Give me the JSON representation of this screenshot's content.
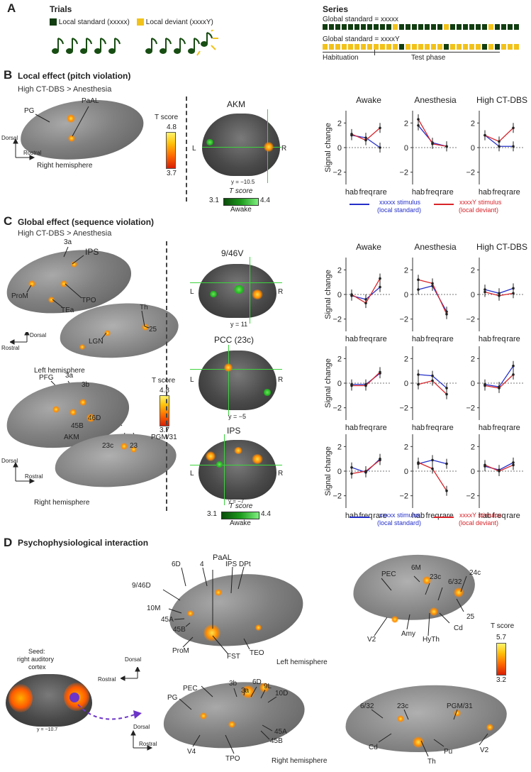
{
  "colors": {
    "standard": "#113d11",
    "deviant": "#f2c21a",
    "line_blue": "#2530c8",
    "line_red": "#d8242a",
    "crosshair": "#3dd33d"
  },
  "panelA": {
    "label": "A",
    "trials_title": "Trials",
    "local_standard": "Local standard (xxxxx)",
    "local_deviant": "Local deviant (xxxxY)",
    "series_title": "Series",
    "global_std1": "Global standard = xxxxx",
    "global_std2": "Global standard = xxxxY",
    "habituation": "Habituation",
    "test_phase": "Test phase",
    "seq1": [
      "s",
      "s",
      "s",
      "s",
      "s",
      "s",
      "s",
      "s",
      "s",
      "s",
      "s",
      "d",
      "s",
      "s",
      "s",
      "s",
      "s",
      "s",
      "s",
      "d",
      "s",
      "s",
      "s",
      "s",
      "s",
      "s",
      "d",
      "s",
      "s",
      "s",
      "s"
    ],
    "seq2": [
      "d",
      "d",
      "d",
      "d",
      "d",
      "d",
      "d",
      "d",
      "d",
      "d",
      "d",
      "d",
      "s",
      "d",
      "d",
      "d",
      "d",
      "d",
      "d",
      "s",
      "d",
      "d",
      "d",
      "d",
      "d",
      "s",
      "d",
      "s",
      "d",
      "d",
      "d"
    ]
  },
  "panelB": {
    "label": "B",
    "title": "Local effect (pitch violation)",
    "contrast": "High CT-DBS > Anesthesia",
    "labels": {
      "pg": "PG",
      "paal": "PaAL",
      "akm": "AKM"
    },
    "dorsal": "Dorsal",
    "rostral": "Rostral",
    "hemisphere": "Right hemisphere",
    "tscore": "T score",
    "tmax": "4.8",
    "tmin": "3.7",
    "y_coord": "y = −10.5",
    "green_tscore": "T score",
    "gmin": "3.1",
    "gmax": "4.4",
    "awake": "Awake",
    "L": "L",
    "R": "R"
  },
  "panelC": {
    "label": "C",
    "title": "Global effect (sequence violation)",
    "contrast": "High CT-DBS > Anesthesia",
    "labels": {
      "3a": "3a",
      "ips": "IPS",
      "prom": "ProM",
      "tpo": "TPO",
      "tea": "TEa",
      "th": "Th",
      "lgn": "LGN",
      "25": "25",
      "pfg": "PFG",
      "3a_r": "3a",
      "3b": "3b",
      "46d": "46D",
      "45b": "45B",
      "akm": "AKM",
      "23c": "23c",
      "23": "23",
      "pgm31": "PGM/31"
    },
    "dorsal": "Dorsal",
    "rostral": "Rostral",
    "left_hemi": "Left hemisphere",
    "right_hemi": "Right hemisphere",
    "tscore": "T score",
    "tmax": "4.8",
    "tmin": "3.7",
    "slice1": "9/46V",
    "slice1_y": "y = 11",
    "slice2": "PCC (23c)",
    "slice2_y": "y = −5",
    "slice3": "IPS",
    "slice3_y": "y = −7",
    "green_tscore": "T score",
    "gmin": "3.1",
    "gmax": "4.4",
    "awake": "Awake",
    "L": "L",
    "R": "R"
  },
  "legend": {
    "blue1": "xxxxx stimulus",
    "blue2": "(local standard)",
    "red1": "xxxxY stimulus",
    "red2": "(local deviant)"
  },
  "plots": {
    "titles": [
      "Awake",
      "Anesthesia",
      "High CT-DBS"
    ],
    "ylabel": "Signal change",
    "xticks": [
      "hab",
      "freq",
      "rare"
    ],
    "yticks": [
      "2",
      "0",
      "−2"
    ]
  },
  "chart_data": [
    {
      "type": "line",
      "panel": "B",
      "state": "Awake",
      "title": "Awake",
      "ylabel": "Signal change",
      "categories": [
        "hab",
        "freq",
        "rare"
      ],
      "ylim": [
        -3,
        3
      ],
      "series": [
        {
          "values": [
            1.0,
            0.8,
            0.0
          ]
        },
        {
          "values": [
            1.1,
            0.6,
            1.6
          ]
        }
      ]
    },
    {
      "type": "line",
      "panel": "B",
      "state": "Anesthesia",
      "title": "Anesthesia",
      "categories": [
        "hab",
        "freq",
        "rare"
      ],
      "ylim": [
        -3,
        3
      ],
      "series": [
        {
          "values": [
            1.8,
            0.4,
            0.1
          ]
        },
        {
          "values": [
            2.3,
            0.3,
            0.1
          ]
        }
      ]
    },
    {
      "type": "line",
      "panel": "B",
      "state": "High CT-DBS",
      "title": "High CT-DBS",
      "categories": [
        "hab",
        "freq",
        "rare"
      ],
      "ylim": [
        -3,
        3
      ],
      "series": [
        {
          "values": [
            1.0,
            0.1,
            0.1
          ]
        },
        {
          "values": [
            1.0,
            0.5,
            1.6
          ]
        }
      ]
    },
    {
      "type": "line",
      "panel": "C",
      "row": "9/46V",
      "state": "Awake",
      "categories": [
        "hab",
        "freq",
        "rare"
      ],
      "ylim": [
        -3,
        3
      ],
      "series": [
        {
          "values": [
            -0.1,
            -0.4,
            0.6
          ]
        },
        {
          "values": [
            0.0,
            -0.7,
            1.3
          ]
        }
      ]
    },
    {
      "type": "line",
      "panel": "C",
      "row": "9/46V",
      "state": "Anesthesia",
      "categories": [
        "hab",
        "freq",
        "rare"
      ],
      "ylim": [
        -3,
        3
      ],
      "series": [
        {
          "values": [
            0.4,
            0.7,
            -1.4
          ]
        },
        {
          "values": [
            1.2,
            0.9,
            -1.6
          ]
        }
      ]
    },
    {
      "type": "line",
      "panel": "C",
      "row": "9/46V",
      "state": "High CT-DBS",
      "categories": [
        "hab",
        "freq",
        "rare"
      ],
      "ylim": [
        -3,
        3
      ],
      "series": [
        {
          "values": [
            0.4,
            0.1,
            0.5
          ]
        },
        {
          "values": [
            0.2,
            -0.1,
            0.1
          ]
        }
      ]
    },
    {
      "type": "line",
      "panel": "C",
      "row": "PCC (23c)",
      "state": "Awake",
      "categories": [
        "hab",
        "freq",
        "rare"
      ],
      "ylim": [
        -3,
        3
      ],
      "series": [
        {
          "values": [
            -0.1,
            -0.1,
            0.8
          ]
        },
        {
          "values": [
            -0.2,
            -0.2,
            0.9
          ]
        }
      ]
    },
    {
      "type": "line",
      "panel": "C",
      "row": "PCC (23c)",
      "state": "Anesthesia",
      "categories": [
        "hab",
        "freq",
        "rare"
      ],
      "ylim": [
        -3,
        3
      ],
      "series": [
        {
          "values": [
            0.7,
            0.6,
            -0.4
          ]
        },
        {
          "values": [
            -0.1,
            0.2,
            -0.9
          ]
        }
      ]
    },
    {
      "type": "line",
      "panel": "C",
      "row": "PCC (23c)",
      "state": "High CT-DBS",
      "categories": [
        "hab",
        "freq",
        "rare"
      ],
      "ylim": [
        -3,
        3
      ],
      "series": [
        {
          "values": [
            -0.1,
            -0.3,
            1.4
          ]
        },
        {
          "values": [
            -0.2,
            -0.4,
            0.7
          ]
        }
      ]
    },
    {
      "type": "line",
      "panel": "C",
      "row": "IPS",
      "state": "Awake",
      "categories": [
        "hab",
        "freq",
        "rare"
      ],
      "ylim": [
        -3,
        3
      ],
      "series": [
        {
          "values": [
            0.3,
            -0.1,
            1.0
          ]
        },
        {
          "values": [
            -0.2,
            0.0,
            0.9
          ]
        }
      ]
    },
    {
      "type": "line",
      "panel": "C",
      "row": "IPS",
      "state": "Anesthesia",
      "categories": [
        "hab",
        "freq",
        "rare"
      ],
      "ylim": [
        -3,
        3
      ],
      "series": [
        {
          "values": [
            0.6,
            0.9,
            0.6
          ]
        },
        {
          "values": [
            0.7,
            0.2,
            -1.6
          ]
        }
      ]
    },
    {
      "type": "line",
      "panel": "C",
      "row": "IPS",
      "state": "High CT-DBS",
      "categories": [
        "hab",
        "freq",
        "rare"
      ],
      "ylim": [
        -3,
        3
      ],
      "series": [
        {
          "values": [
            0.4,
            0.1,
            0.7
          ]
        },
        {
          "values": [
            0.5,
            0.0,
            0.5
          ]
        }
      ]
    }
  ],
  "panelD": {
    "label": "D",
    "title": "Psychophysiological interaction",
    "seed1": "Seed:",
    "seed2": "right auditory",
    "seed3": "cortex",
    "seed_y": "y = −10.7",
    "dorsal": "Dorsal",
    "rostral": "Rostral",
    "left_hemi": "Left hemisphere",
    "right_hemi": "Right hemisphere",
    "tscore": "T score",
    "tmax": "5.7",
    "tmin": "3.2",
    "labels": {
      "6d": "6D",
      "4": "4",
      "paal": "PaAL",
      "ips": "IPS",
      "dpt": "DPt",
      "946d": "9/46D",
      "10m": "10M",
      "45a": "45A",
      "45b": "45B",
      "prom": "ProM",
      "fst": "FST",
      "teo": "TEO",
      "pec": "PEC",
      "6m": "6M",
      "23c": "23c",
      "632": "6/32",
      "24c": "24c",
      "v2": "V2",
      "amy": "Amy",
      "hyth": "HyTh",
      "cd": "Cd",
      "25": "25",
      "pg": "PG",
      "pec_r": "PEC",
      "3b": "3b",
      "3a": "3a",
      "6d_r": "6D",
      "9l": "9L",
      "10d": "10D",
      "45a_r": "45A",
      "45b_r": "45B",
      "v4": "V4",
      "tpo": "TPO",
      "632_r": "6/32",
      "23c_r": "23c",
      "pgm31": "PGM/31",
      "cd_r": "Cd",
      "th": "Th",
      "pu": "Pu",
      "v2_r": "V2"
    }
  }
}
